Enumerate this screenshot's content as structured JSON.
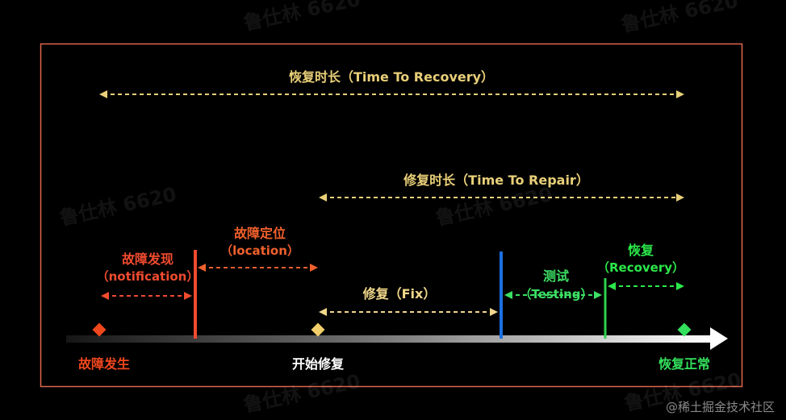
{
  "colors": {
    "frame": "#e0664c",
    "recovery_time": "#e8cf78",
    "repair_time": "#e8cf78",
    "detection": "#f04b2f",
    "location": "#f0602c",
    "fix": "#f0d78a",
    "testing": "#3ce064",
    "recovery": "#2ae84a",
    "repair_start_marker": "#f2cf6a",
    "failure_marker": "#f0471d",
    "recovered_marker": "#33e05c",
    "test_start_line": "#1c6fe0",
    "recovery_line": "#2ed14a"
  },
  "labels": {
    "recovery_time": "恢复时长（Time To Recovery）",
    "repair_time": "修复时长（Time To Repair）",
    "detection_title": "故障发现",
    "detection_sub": "（notification）",
    "location_title": "故障定位",
    "location_sub": "（location）",
    "fix": "修复（Fix）",
    "testing_title": "测试",
    "testing_sub": "（Testing）",
    "recovery_title": "恢复",
    "recovery_sub": "（Recovery）"
  },
  "timeline": {
    "failure": "故障发生",
    "repair_start": "开始修复",
    "recovered": "恢复正常"
  },
  "watermark": "鲁仕林 6620",
  "credit": "@稀土掘金技术社区"
}
